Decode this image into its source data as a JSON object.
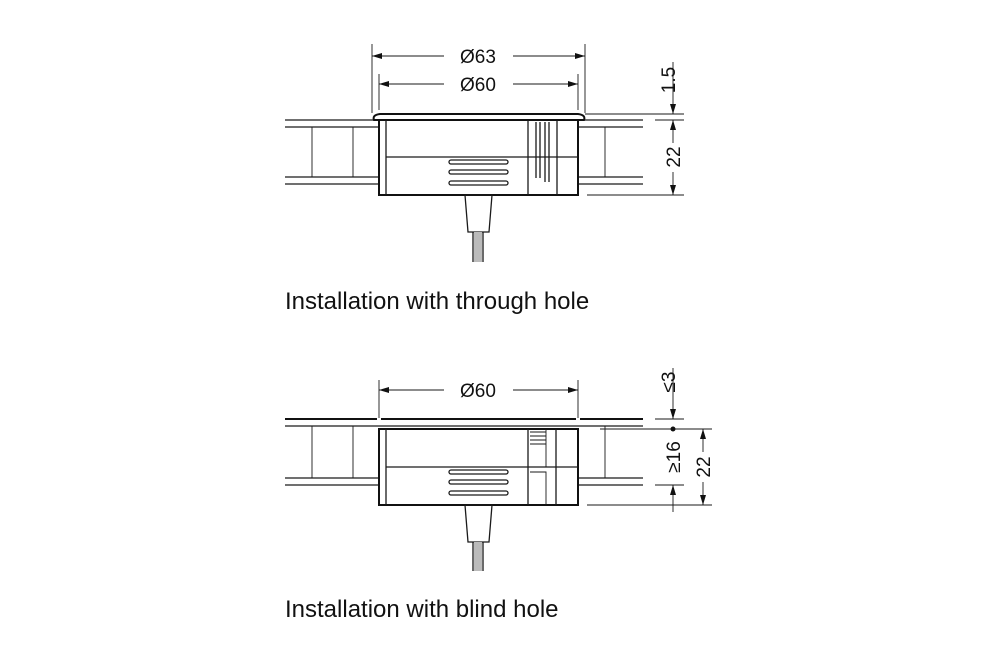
{
  "through_hole": {
    "caption": "Installation with through hole",
    "dim_flange_diameter": "Ø63",
    "dim_body_diameter": "Ø60",
    "dim_flange_height": "1.5",
    "dim_board_thickness": "22"
  },
  "blind_hole": {
    "caption": "Installation with blind hole",
    "dim_body_diameter": "Ø60",
    "dim_remaining": "≤3",
    "dim_hole_depth": "≥16",
    "dim_board_thickness": "22"
  }
}
